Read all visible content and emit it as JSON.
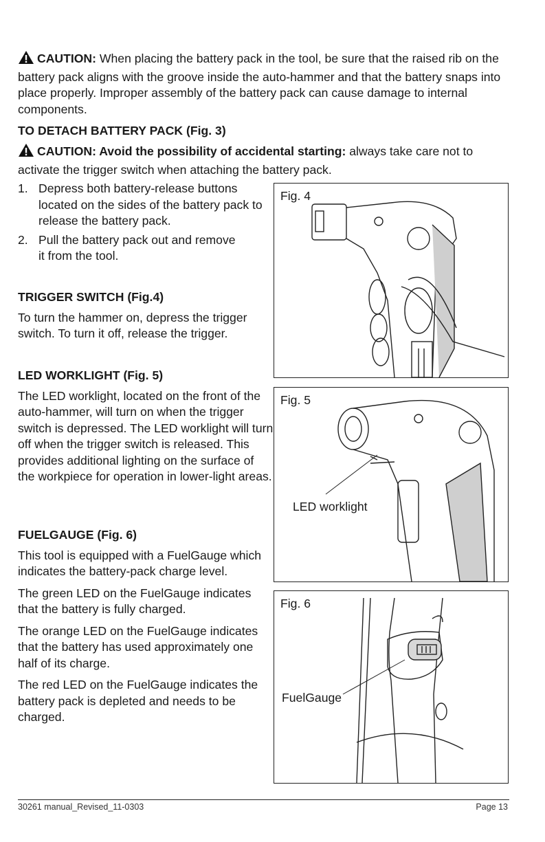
{
  "caution1": {
    "label": "CAUTION:",
    "text": " When placing the battery pack in the tool, be sure that the raised rib on the battery pack aligns with the groove inside the auto-hammer and that the battery snaps into place properly. Improper assembly of the battery pack can cause damage to internal components."
  },
  "detach": {
    "heading": "TO DETACH BATTERY PACK (Fig. 3)",
    "caution_label": "CAUTION: Avoid the possibility of accidental starting:",
    "caution_text": " always take care not to activate the trigger switch when attaching the battery pack.",
    "steps": [
      {
        "num": "1.",
        "text": "Depress both battery-release buttons located on the sides of the battery pack to release the battery pack."
      },
      {
        "num": "2.",
        "text": "Pull the battery pack out and remove it from the tool."
      }
    ]
  },
  "trigger": {
    "heading": "TRIGGER SWITCH (Fig.4)",
    "text": "To turn the hammer on, depress the trigger switch. To turn it off, release the trigger."
  },
  "led": {
    "heading": "LED WORKLIGHT (Fig. 5)",
    "text": "The LED worklight, located on the front of the auto-hammer, will turn on when the trigger switch is depressed. The LED worklight will turn off when the trigger switch is released. This provides additional lighting on the surface of the workpiece for operation in lower-light areas."
  },
  "fuel": {
    "heading": "FUELGAUGE (Fig. 6)",
    "p1": "This tool is equipped with a FuelGauge which indicates the battery-pack charge level.",
    "p2": "The green LED on the FuelGauge indicates that the battery is fully charged.",
    "p3": "The orange LED on the FuelGauge indicates that the battery has used approximately one half of its charge.",
    "p4": "The red LED on the FuelGauge indicates the battery pack is depleted and needs to be charged."
  },
  "figures": {
    "fig4": {
      "label": "Fig. 4"
    },
    "fig5": {
      "label": "Fig. 5",
      "callout": "LED worklight"
    },
    "fig6": {
      "label": "Fig. 6",
      "callout": "FuelGauge"
    }
  },
  "footer": {
    "left": "30261 manual_Revised_11-0303",
    "right": "Page 13"
  }
}
